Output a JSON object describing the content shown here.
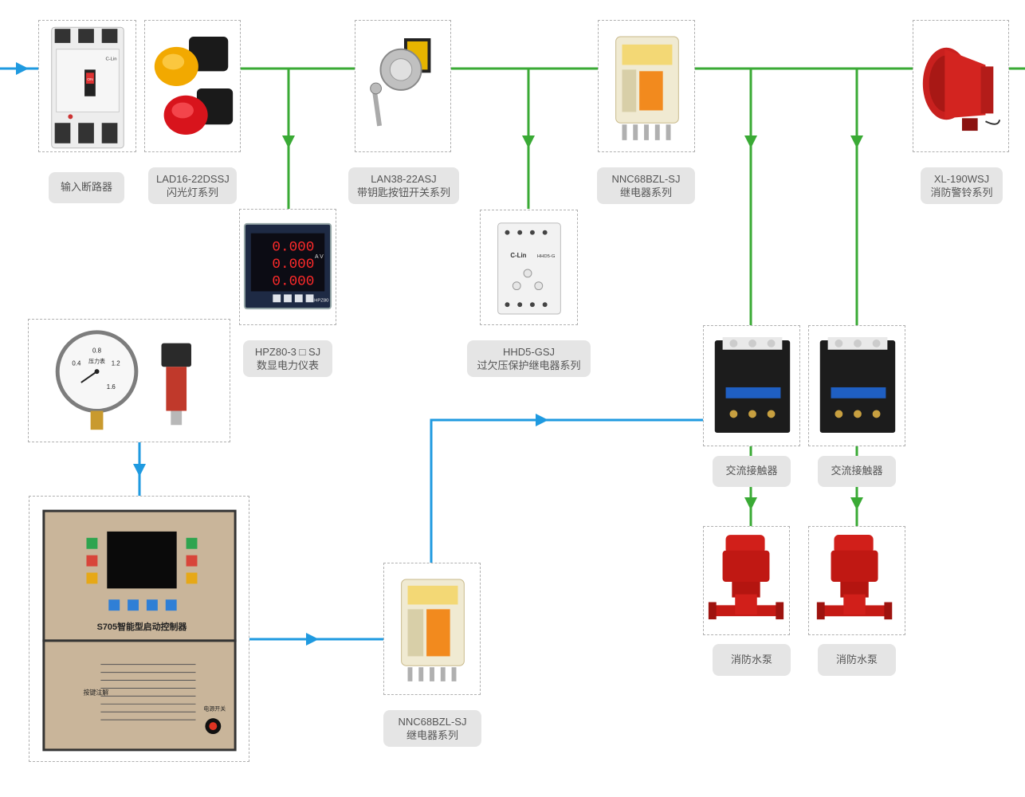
{
  "colors": {
    "green": "#3aaa35",
    "blue": "#1f9ae0",
    "label_bg": "#e5e5e5",
    "label_text": "#555555"
  },
  "labels": {
    "breaker": "输入断路器",
    "flash_light": {
      "l1": "LAD16-22DSSJ",
      "l2": "闪光灯系列"
    },
    "key_switch": {
      "l1": "LAN38-22ASJ",
      "l2": "带钥匙按钮开关系列"
    },
    "relay_top": {
      "l1": "NNC68BZL-SJ",
      "l2": "继电器系列"
    },
    "alarm_bell": {
      "l1": "XL-190WSJ",
      "l2": "消防警铃系列"
    },
    "power_meter": {
      "l1": "HPZ80-3 □ SJ",
      "l2": "数显电力仪表"
    },
    "protect_relay": {
      "l1": "HHD5-GSJ",
      "l2": "过欠压保护继电器系列"
    },
    "contactor_1": "交流接触器",
    "contactor_2": "交流接触器",
    "pump_1": "消防水泵",
    "pump_2": "消防水泵",
    "relay_bottom": {
      "l1": "NNC68BZL-SJ",
      "l2": "继电器系列"
    }
  },
  "device_text": {
    "meter_digits": [
      "0.000",
      "0.000",
      "0.000"
    ],
    "meter_units": "A V",
    "meter_model": "HPZ80",
    "hhd_brand": "C-Lin",
    "hhd_model": "HHD5-G",
    "gauge_values": [
      "0.4",
      "0.8",
      "1.2",
      "1.6"
    ],
    "gauge_unit": "压力表",
    "controller_title": "S705智能型启动控制器",
    "controller_side": "按键注解",
    "controller_power": "电源开关",
    "breaker_brand": "C-Lin",
    "breaker_on": "ON"
  }
}
